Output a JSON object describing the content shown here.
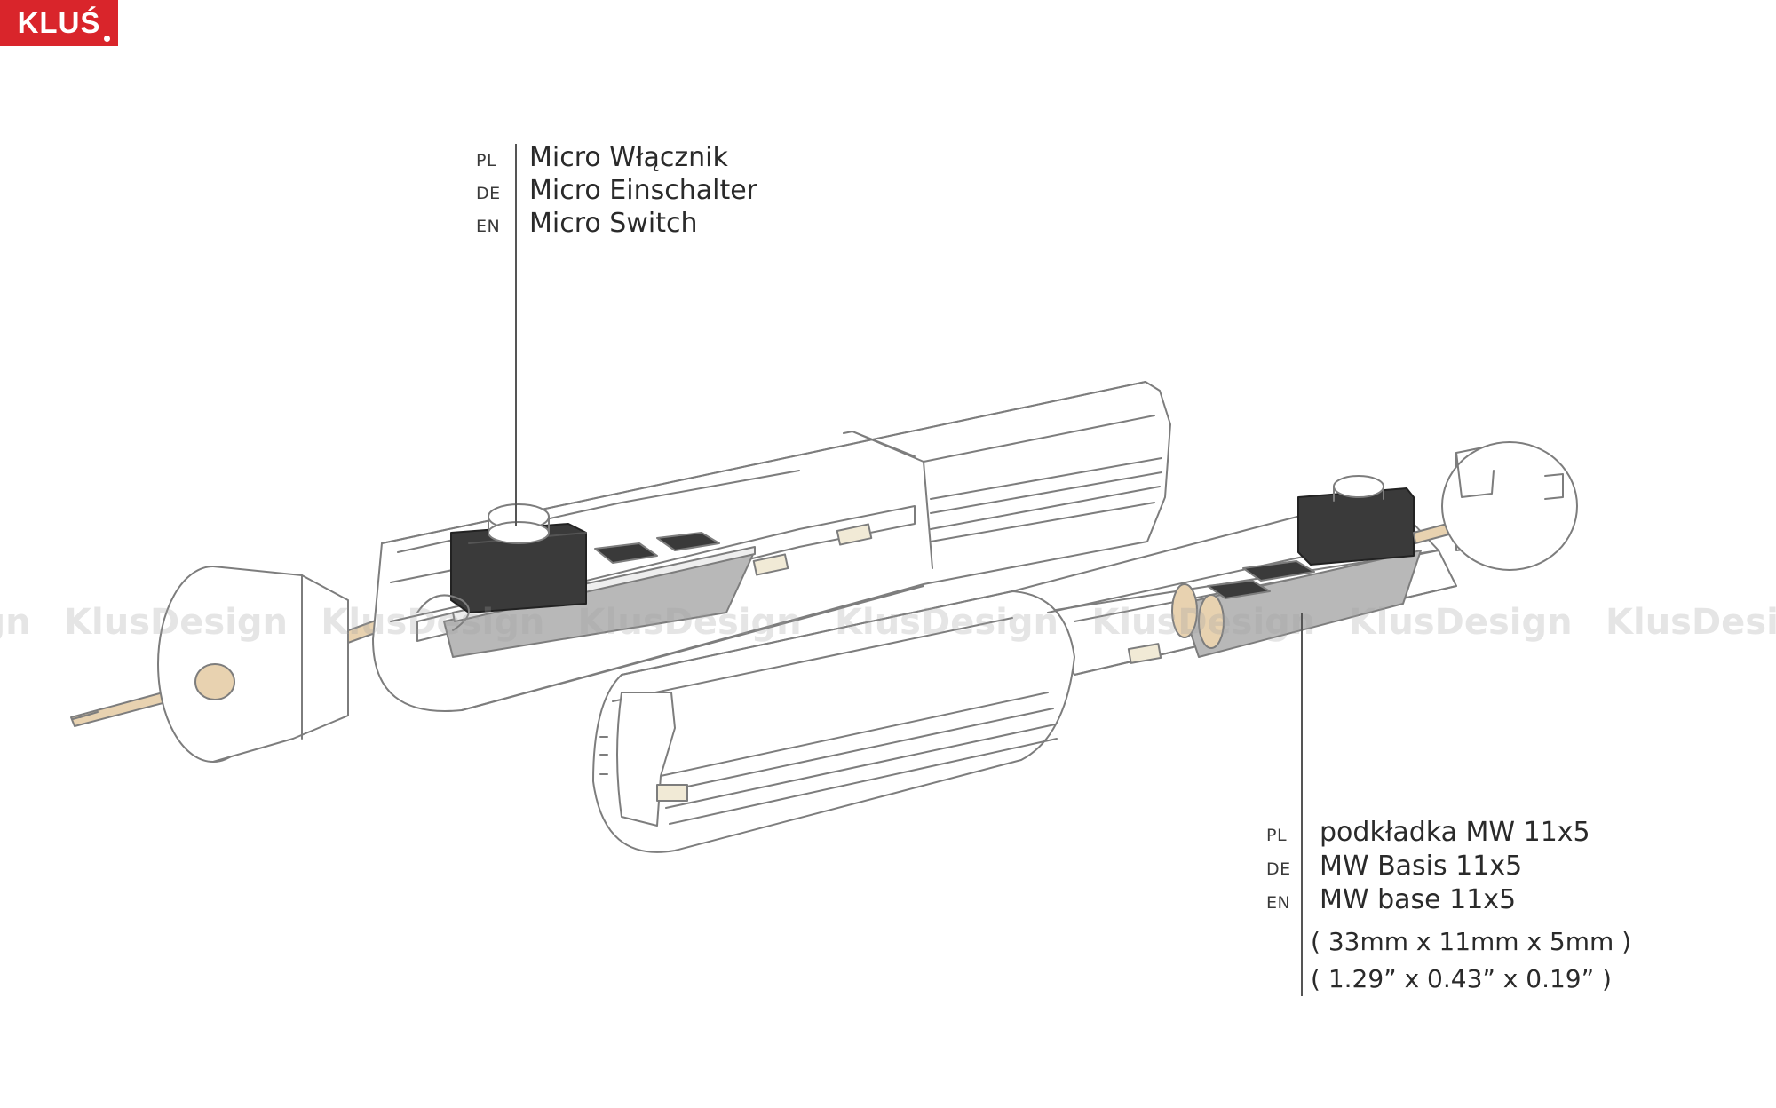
{
  "brand": {
    "logo_text": "KLUŚ",
    "color": "#d9252b"
  },
  "watermark": {
    "repeat": [
      "sign",
      "KlusDesign",
      "KlusDesign",
      "KlusDesign",
      "KlusDesign",
      "KlusDesign",
      "KlusDesign",
      "KlusDesign"
    ]
  },
  "callout_switch": {
    "rows": [
      {
        "lang": "PL",
        "text": "Micro Włącznik"
      },
      {
        "lang": "DE",
        "text": "Micro Einschalter"
      },
      {
        "lang": "EN",
        "text": "Micro Switch"
      }
    ]
  },
  "callout_base": {
    "rows": [
      {
        "lang": "PL",
        "text": "podkładka MW 11x5"
      },
      {
        "lang": "DE",
        "text": "MW Basis 11x5"
      },
      {
        "lang": "EN",
        "text": "MW base 11x5"
      }
    ],
    "dim_metric": "( 33mm x 11mm x 5mm )",
    "dim_imperial": "( 1.29” x 0.43” x 0.19” )"
  },
  "colors": {
    "outline": "#7a7a7a",
    "switch_body": "#3a3a3a",
    "base_plate": "#b8b8b8",
    "wire": "#e8d2b0",
    "led": "#f1ead6"
  }
}
